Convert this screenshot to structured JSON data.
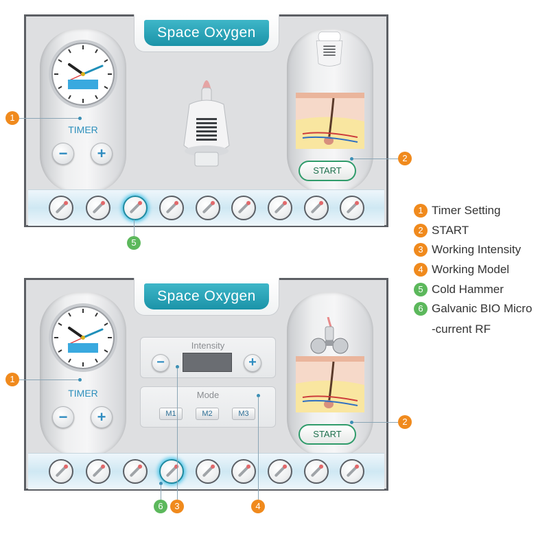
{
  "panels": [
    {
      "title": "Space Oxygen",
      "timer_label": "TIMER",
      "start_label": "START"
    },
    {
      "title": "Space Oxygen",
      "timer_label": "TIMER",
      "start_label": "START",
      "intensity_label": "Intensity",
      "mode_label": "Mode",
      "modes": [
        "M1",
        "M2",
        "M3"
      ]
    }
  ],
  "buttons": {
    "minus": "−",
    "plus": "+"
  },
  "callouts": {
    "c1": "1",
    "c2": "2",
    "c3": "3",
    "c4": "4",
    "c5": "5",
    "c6": "6"
  },
  "legend": [
    {
      "num": "1",
      "label": "Timer Setting",
      "color": "#f08a1d"
    },
    {
      "num": "2",
      "label": "START",
      "color": "#f08a1d"
    },
    {
      "num": "3",
      "label": "Working Intensity",
      "color": "#f08a1d"
    },
    {
      "num": "4",
      "label": "Working Model",
      "color": "#f08a1d"
    },
    {
      "num": "5",
      "label": "Cold Hammer",
      "color": "#5cb85c"
    },
    {
      "num": "6",
      "label": "Galvanic BIO Micro",
      "color": "#5cb85c"
    }
  ],
  "legend_continuation": "-current RF",
  "accent_color": "#2aa6bb"
}
